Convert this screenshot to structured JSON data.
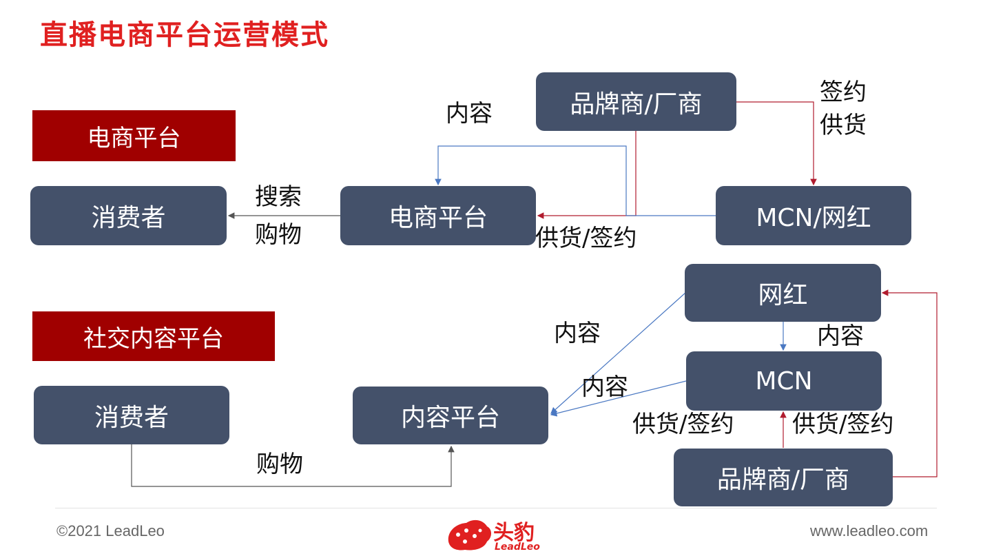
{
  "title": "直播电商平台运营模式",
  "colors": {
    "title": "#e02020",
    "tag_bg": "#a00000",
    "node_bg": "#44516a",
    "arrow_red": "#b01c2e",
    "arrow_blue": "#4a78c2",
    "arrow_gray": "#555555"
  },
  "section1": {
    "tag": "电商平台",
    "nodes": {
      "consumer": "消费者",
      "platform": "电商平台",
      "brand": "品牌商/厂商",
      "mcn": "MCN/网红"
    },
    "labels": {
      "search": "搜索",
      "shop": "购物",
      "content": "内容",
      "sign_supply_1": "签约",
      "sign_supply_2": "供货",
      "supply_sign": "供货/签约"
    }
  },
  "section2": {
    "tag": "社交内容平台",
    "nodes": {
      "consumer": "消费者",
      "platform": "内容平台",
      "influencer": "网红",
      "mcn": "MCN",
      "brand": "品牌商/厂商"
    },
    "labels": {
      "shop": "购物",
      "content_a": "内容",
      "content_b": "内容",
      "content_c": "内容",
      "supply_sign_a": "供货/签约",
      "supply_sign_b": "供货/签约"
    }
  },
  "footer": {
    "copyright": "©2021 LeadLeo",
    "logo_text": "头豹",
    "logo_sub": "LeadLeo",
    "url": "www.leadleo.com"
  }
}
